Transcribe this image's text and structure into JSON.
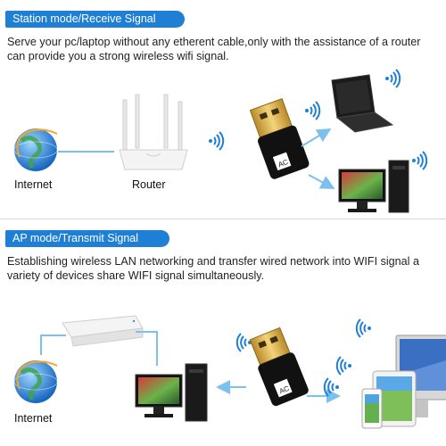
{
  "station_section": {
    "header": "Station mode/Receive Signal",
    "description": "Serve your pc/laptop without any etherent cable,only with the assistance of a router can provide you a strong wireless wifi signal.",
    "internet_label": "Internet",
    "router_label": "Router",
    "adapter_badge": "AC"
  },
  "ap_section": {
    "header": "AP mode/Transmit Signal",
    "description": "Establishing wireless LAN networking and transfer wired network into WIFI signal a variety of devices share WIFI signal simultaneously.",
    "internet_label": "Internet",
    "adapter_badge": "AC"
  },
  "colors": {
    "accent": "#1f7fd4",
    "arrow": "#7cc0ee",
    "wifi": "#1f7fd4"
  },
  "icons": [
    "globe-icon",
    "router-icon",
    "usb-adapter-icon",
    "laptop-icon",
    "desktop-pc-icon",
    "wifi-icon",
    "network-switch-icon",
    "monitor-icon",
    "tablet-icon",
    "phone-icon"
  ]
}
